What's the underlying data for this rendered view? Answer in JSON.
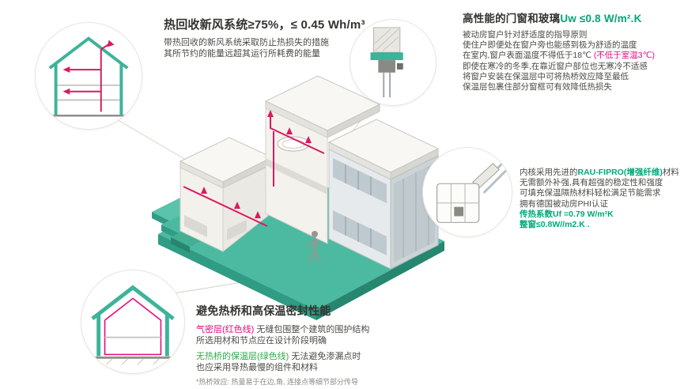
{
  "colors": {
    "teal": "#3db39a",
    "teal_dark": "#27866f",
    "magenta": "#e5097f",
    "duct_red": "#d81b60",
    "green": "#2faa4a",
    "accent_green": "#00a878",
    "text_dark": "#333331",
    "text_body": "#4b4b48"
  },
  "ventilation": {
    "title": "热回收新风系统≥75%，≤ 0.45 Wh/m³",
    "line1": "带热回收的新风系统采取防止热损失的措施",
    "line2": "其所节约的能量远超其运行所耗费的能量"
  },
  "windows": {
    "title_main": "高性能的门窗和玻璃",
    "title_value": "Uw ≤0.8 W/m².K",
    "line1": "被动房窗户针对舒适度的指导原则",
    "line2": "使住户即便处在窗户旁也能感到极为舒适的温度",
    "line3_a": "在室内,窗户表面温度不得低于18℃ ",
    "line3_b": "(不低于室温3℃)",
    "line4": "即使在寒冷的冬季,在靠近窗户部位也无寒冷不适感",
    "line5": "将窗户安装在保温层中可将热桥效应降至最低",
    "line6": "保温层包裹住部分窗框可有效降低热损失"
  },
  "profile": {
    "line1_a": "内核采用先进的",
    "line1_b": "RAU-FIPRO(增强纤维)",
    "line1_c": "材料",
    "line2": "无需额外补强,具有超强的稳定性和强度",
    "line3": "可填充保温隔热材料轻松满足节能需求",
    "line4": "拥有德国被动房PHI认证",
    "line5": "传热系数Uf =0.79 W/m²K",
    "line6": "整窗≤0.8W//m2.K ."
  },
  "thermal": {
    "title": "避免热桥和高保温密封性能",
    "airtight_label": "气密层(红色线)",
    "airtight_rest": " 无缝包围整个建筑的围护结构",
    "airtight_line2": "所选用材和节点应在设计阶段明确",
    "bridge_label": "无热桥的保温层(绿色线)",
    "bridge_rest": " 无法避免渗漏点时",
    "bridge_line2": "也应采用导热最慢的组件和材料",
    "footnote": "*热桥效应: 热量易于在边,角, 连接点等细节部分传导"
  }
}
